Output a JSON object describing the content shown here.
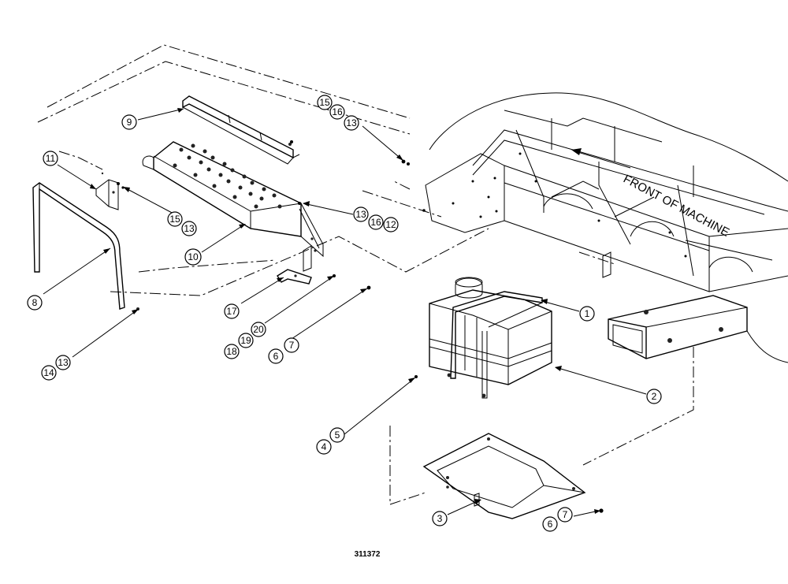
{
  "diagram": {
    "drawing_number": "311372",
    "frame_label": "FRONT OF MACHINE",
    "callouts": [
      {
        "id": "c1",
        "label": "1"
      },
      {
        "id": "c2",
        "label": "2"
      },
      {
        "id": "c3",
        "label": "3"
      },
      {
        "id": "c4",
        "label": "4"
      },
      {
        "id": "c5",
        "label": "5"
      },
      {
        "id": "c6a",
        "label": "6"
      },
      {
        "id": "c7a",
        "label": "7"
      },
      {
        "id": "c6b",
        "label": "6"
      },
      {
        "id": "c7b",
        "label": "7"
      },
      {
        "id": "c8",
        "label": "8"
      },
      {
        "id": "c9",
        "label": "9"
      },
      {
        "id": "c10",
        "label": "10"
      },
      {
        "id": "c11",
        "label": "11"
      },
      {
        "id": "c12",
        "label": "12"
      },
      {
        "id": "c13a",
        "label": "13"
      },
      {
        "id": "c13b",
        "label": "13"
      },
      {
        "id": "c13c",
        "label": "13"
      },
      {
        "id": "c13d",
        "label": "13"
      },
      {
        "id": "c14",
        "label": "14"
      },
      {
        "id": "c15a",
        "label": "15"
      },
      {
        "id": "c15b",
        "label": "15"
      },
      {
        "id": "c16a",
        "label": "16"
      },
      {
        "id": "c16b",
        "label": "16"
      },
      {
        "id": "c17",
        "label": "17"
      },
      {
        "id": "c18",
        "label": "18"
      },
      {
        "id": "c19",
        "label": "19"
      },
      {
        "id": "c20",
        "label": "20"
      }
    ]
  }
}
